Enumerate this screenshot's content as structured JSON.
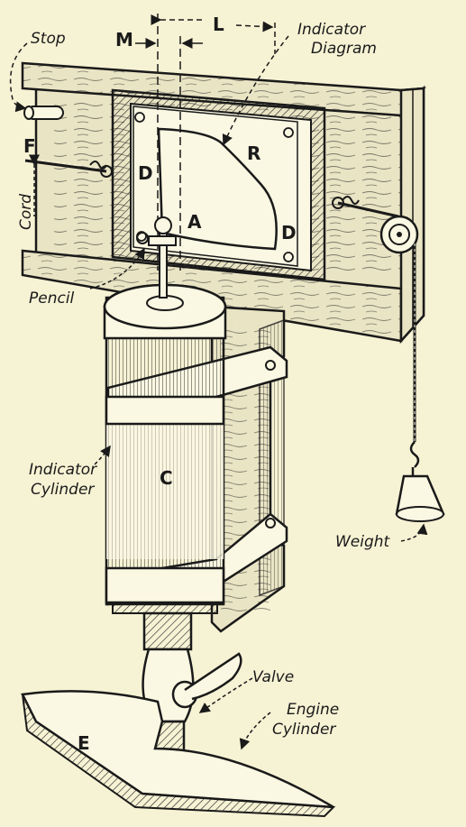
{
  "labels": {
    "stop": "Stop",
    "m": "M",
    "l": "L",
    "indicator_diagram_line1": "Indicator",
    "indicator_diagram_line2": "Diagram",
    "f": "F",
    "cord": "Cord",
    "r": "R",
    "d_left": "D",
    "d_right": "D",
    "a": "A",
    "pencil": "Pencil",
    "indicator_cylinder_line1": "Indicator",
    "indicator_cylinder_line2": "Cylinder",
    "c": "C",
    "weight": "Weight",
    "valve": "Valve",
    "engine_cylinder_line1": "Engine",
    "engine_cylinder_line2": "Cylinder",
    "e": "E"
  },
  "colors": {
    "background": "#f6f2d4",
    "ink": "#1a1a1a",
    "wood": "#e9e4c4",
    "paper": "#faf7e2"
  }
}
